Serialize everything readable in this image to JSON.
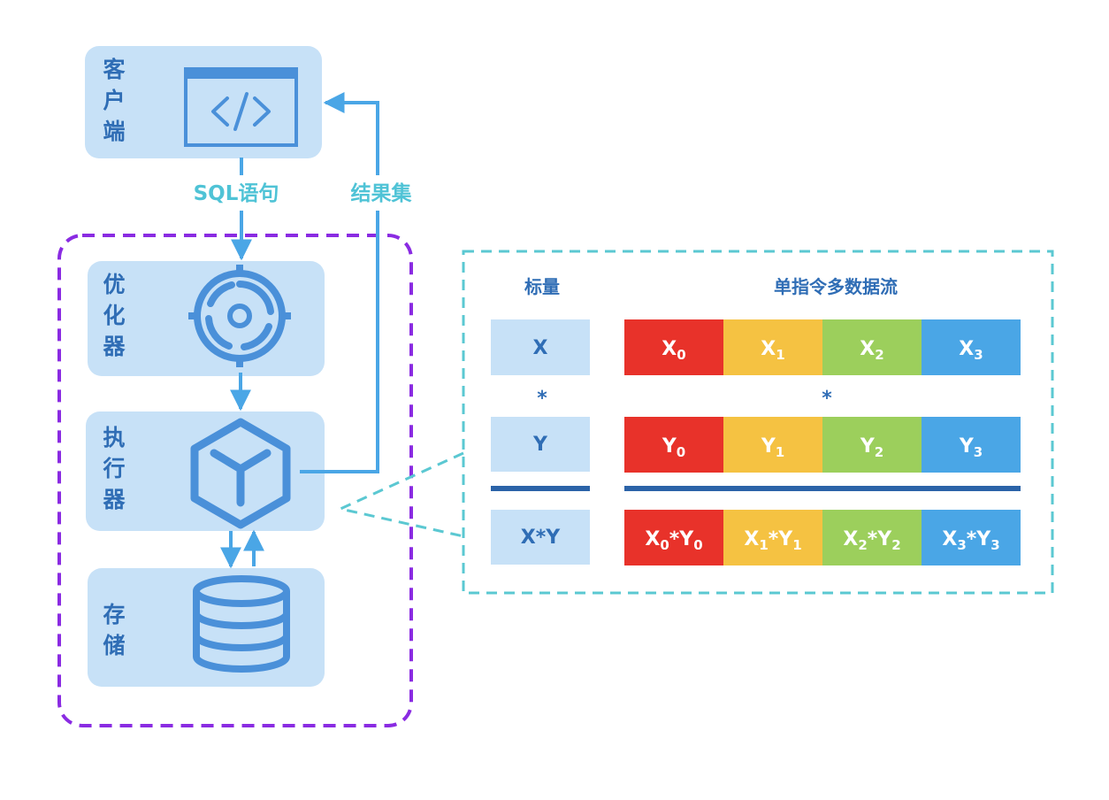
{
  "pipeline": {
    "client_label": "客户端",
    "optimizer_label": "优化器",
    "executor_label": "执行器",
    "storage_label": "存储",
    "sql_flow_label": "SQL语句",
    "result_flow_label": "结果集"
  },
  "simd": {
    "scalar_header": "标量",
    "simd_header": "单指令多数据流",
    "scalar_rows": [
      "X",
      "Y",
      "X*Y"
    ],
    "multiply_symbol": "*",
    "lane_colors": [
      "#e8322a",
      "#f5c242",
      "#9ccf5c",
      "#4aa6e6"
    ],
    "rows": [
      {
        "name": "x",
        "lanes": [
          {
            "base": "X",
            "sub": "0"
          },
          {
            "base": "X",
            "sub": "1"
          },
          {
            "base": "X",
            "sub": "2"
          },
          {
            "base": "X",
            "sub": "3"
          }
        ]
      },
      {
        "name": "y",
        "lanes": [
          {
            "base": "Y",
            "sub": "0"
          },
          {
            "base": "Y",
            "sub": "1"
          },
          {
            "base": "Y",
            "sub": "2"
          },
          {
            "base": "Y",
            "sub": "3"
          }
        ]
      },
      {
        "name": "product",
        "lanes": [
          {
            "a": "X",
            "b": "Y",
            "sub": "0"
          },
          {
            "a": "X",
            "b": "Y",
            "sub": "1"
          },
          {
            "a": "X",
            "b": "Y",
            "sub": "2"
          },
          {
            "a": "X",
            "b": "Y",
            "sub": "3"
          }
        ]
      }
    ]
  }
}
